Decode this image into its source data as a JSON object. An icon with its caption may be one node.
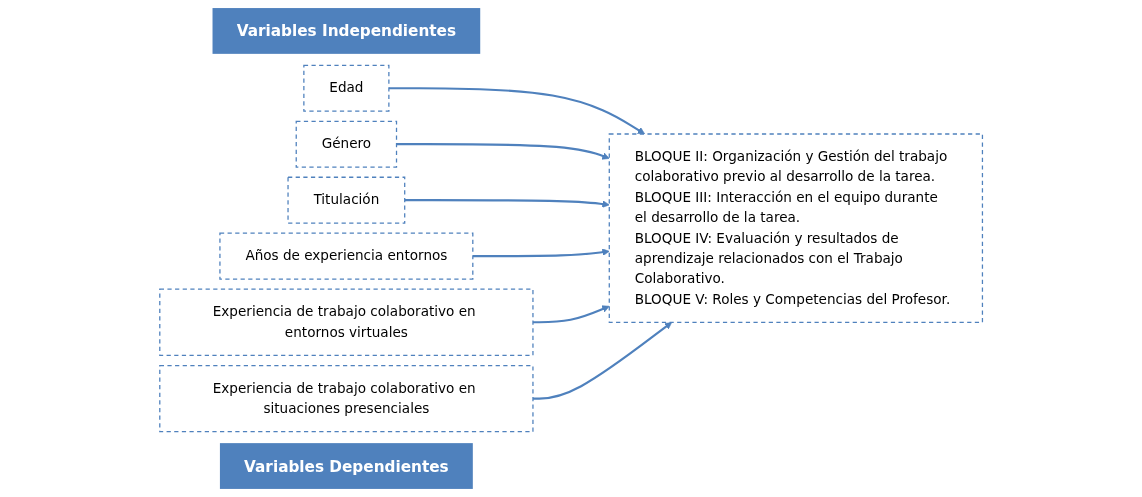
{
  "diagram": {
    "nodes": [
      {
        "text": [
          "Variables Independientes"
        ]
      },
      {
        "text": [
          "Edad"
        ]
      },
      {
        "text": [
          "Género"
        ]
      },
      {
        "text": [
          "Titulación"
        ]
      },
      {
        "text": [
          "Años de experiencia entornos"
        ]
      },
      {
        "text": [
          "Experiencia de trabajo colaborativo en entornos virtuales"
        ]
      },
      {
        "text": [
          "Experiencia de trabajo colaborativo en situaciones presenciales"
        ]
      },
      {
        "text": [
          "Variables Dependientes"
        ]
      },
      {
        "text": [
          "BLOQUE II: Organización y Gestión del trabajo colaborativo previo al desarrollo de la tarea.",
          "BLOQUE III: Interacción en el equipo durante el desarrollo de la tarea.",
          "BLOQUE IV: Evaluación y resultados de aprendizaje relacionados con el Trabajo Colaborativo.",
          "BLOQUE V: Roles y Competencias del Profesor."
        ]
      }
    ],
    "edges": [
      {
        "from": 1,
        "to": 8,
        "arrow": "to"
      },
      {
        "from": 2,
        "to": 8,
        "arrow": "to"
      },
      {
        "from": 3,
        "to": 8,
        "arrow": "to"
      },
      {
        "from": 4,
        "to": 8,
        "arrow": "to"
      },
      {
        "from": 5,
        "to": 8,
        "arrow": "to"
      },
      {
        "from": 6,
        "to": 8,
        "arrow": "to"
      }
    ]
  }
}
